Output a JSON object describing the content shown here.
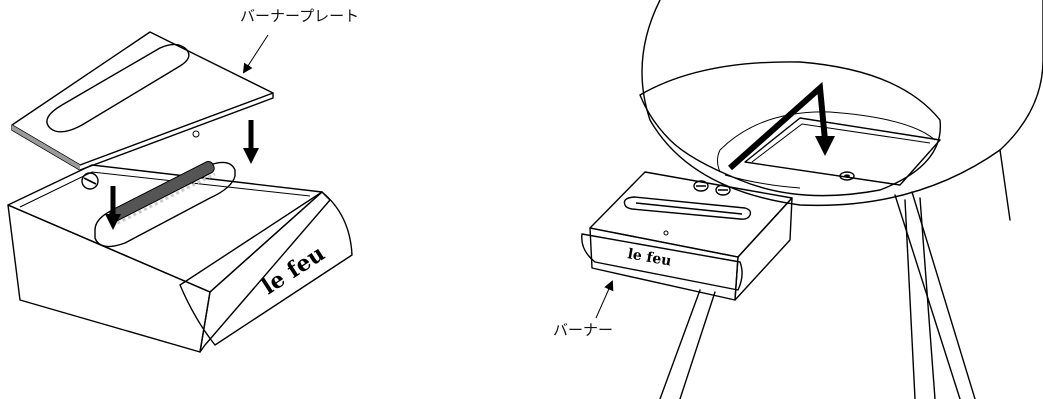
{
  "labels": {
    "burner_plate": "バーナープレート",
    "burner": "バーナー"
  },
  "logo": {
    "left_unit": "le feu",
    "right_unit": "le feu"
  },
  "colors": {
    "plate_fill": "#bdbdbd",
    "line": "#000000",
    "background": "#ffffff"
  }
}
